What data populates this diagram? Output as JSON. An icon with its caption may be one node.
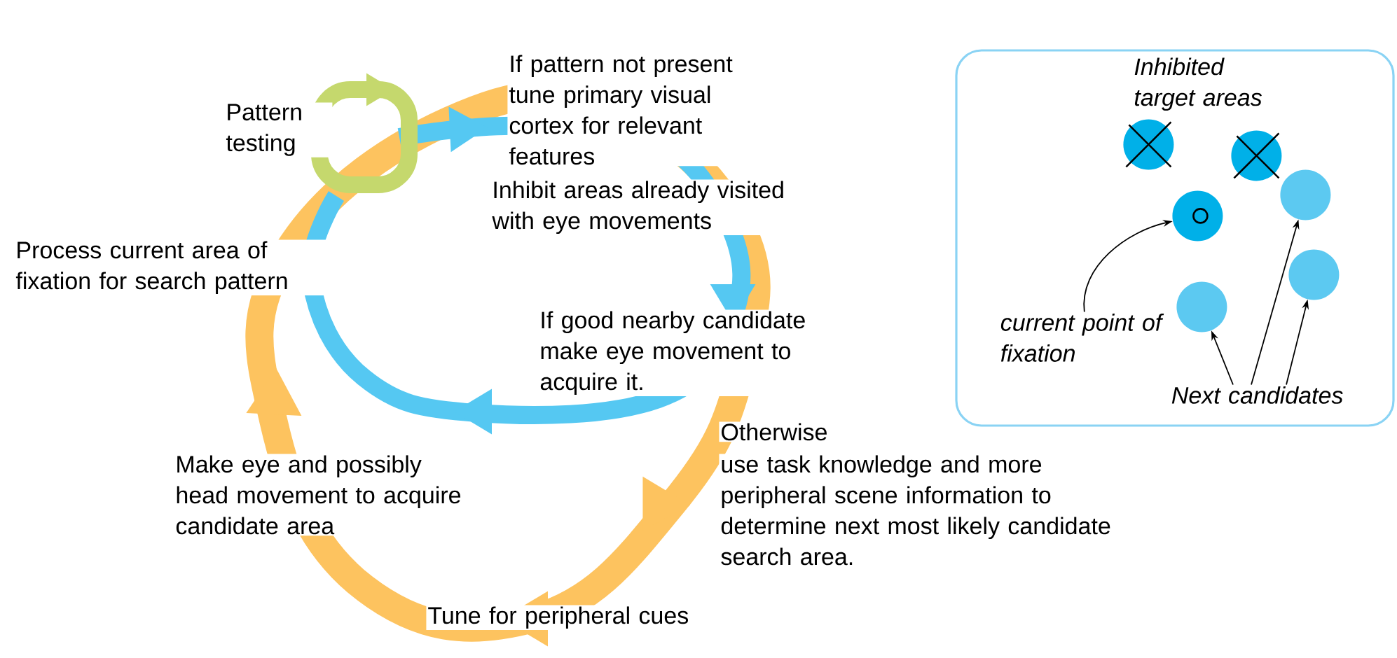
{
  "diagram": {
    "nodes": [
      {
        "text": [],
        "shape": "box"
      },
      {
        "text": [],
        "shape": "circle",
        "in": 0
      },
      {
        "text": [],
        "shape": "circle",
        "in": 0
      },
      {
        "text": [],
        "shape": "circle",
        "in": 0
      },
      {
        "text": [],
        "shape": "circle",
        "in": 0
      },
      {
        "text": [],
        "shape": "circle",
        "in": 0
      },
      {
        "text": [],
        "shape": "circle",
        "in": 0
      },
      {
        "text": [
          "current point of fixation"
        ],
        "in": 0
      },
      {
        "text": [
          "Next candidates"
        ],
        "in": 0
      }
    ],
    "edges": [
      {
        "from": 7,
        "to": 3,
        "arrow": "to"
      },
      {
        "from": 8,
        "to": 6,
        "arrow": "to"
      },
      {
        "from": 8,
        "to": 4,
        "arrow": "to"
      },
      {
        "from": 8,
        "to": 5,
        "arrow": "to"
      }
    ],
    "labels": [
      "If pattern not present tune primary visual cortex for relevant features",
      "Pattern testing",
      "Inhibit areas already visited with eye movements",
      "Process current area of fixation for search pattern",
      "If good nearby candidate make eye movement to acquire it.",
      "Otherwise",
      "use task knowledge and more peripheral scene information to determine next most likely candidate search area.",
      "Make eye and possibly head movement to acquire candidate area",
      "Tune for peripheral cues",
      "Inhibited target areas"
    ]
  }
}
